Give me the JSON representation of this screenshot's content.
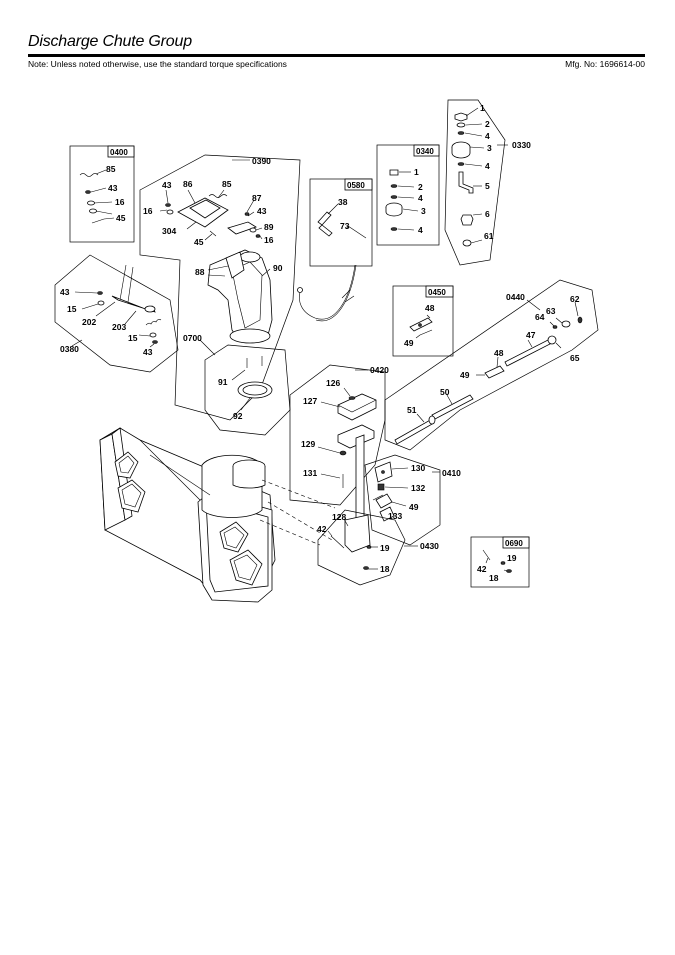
{
  "header": {
    "title": "Discharge Chute Group",
    "note": "Note: Unless noted otherwise, use the standard torque specifications",
    "mfg_number": "Mfg. No: 1696614-00"
  },
  "groups": [
    {
      "id": "0330"
    },
    {
      "id": "0340"
    },
    {
      "id": "0380"
    },
    {
      "id": "0390"
    },
    {
      "id": "0400"
    },
    {
      "id": "0410"
    },
    {
      "id": "0420"
    },
    {
      "id": "0430"
    },
    {
      "id": "0440"
    },
    {
      "id": "0450"
    },
    {
      "id": "0580"
    },
    {
      "id": "0690"
    },
    {
      "id": "0700"
    }
  ],
  "callouts": {
    "g0330": [
      "1",
      "2",
      "4",
      "3",
      "4",
      "5",
      "6",
      "61"
    ],
    "g0340": [
      "1",
      "2",
      "4",
      "3",
      "4"
    ],
    "g0400": [
      "85",
      "43",
      "16",
      "45"
    ],
    "g0390": [
      "43",
      "86",
      "85",
      "87",
      "43",
      "16",
      "304",
      "89",
      "16",
      "45",
      "88",
      "90"
    ],
    "g0580": [
      "38",
      "73"
    ],
    "g0380": [
      "43",
      "15",
      "202",
      "203",
      "15",
      "43"
    ],
    "g0700": [
      "91",
      "92"
    ],
    "g0450": [
      "48",
      "49"
    ],
    "g0440": [
      "62",
      "63",
      "64",
      "47",
      "65",
      "48",
      "49",
      "50",
      "51"
    ],
    "g0420": [
      "126",
      "127",
      "129",
      "131"
    ],
    "g0410": [
      "130",
      "132",
      "49",
      "133"
    ],
    "g0430": [
      "128",
      "42",
      "19",
      "18"
    ],
    "g0690": [
      "19",
      "42",
      "18"
    ]
  }
}
